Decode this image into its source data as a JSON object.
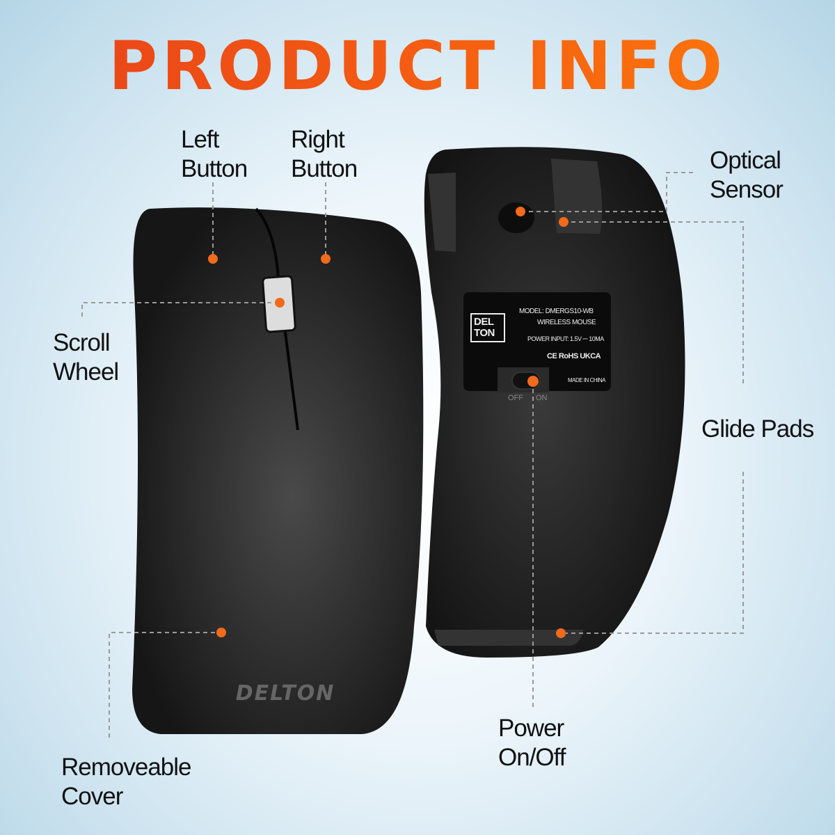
{
  "title": "PRODUCT INFO",
  "labels": {
    "left_button": "Left\nButton",
    "right_button": "Right\nButton",
    "scroll_wheel": "Scroll\nWheel",
    "removeable_cover": "Removeable\nCover",
    "optical_sensor": "Optical\nSensor",
    "glide_pads": "Glide Pads",
    "power": "Power\nOn/Off"
  },
  "brand": "DELTON",
  "sticker": {
    "logo": "DEL TON",
    "model": "MODEL: DMERGS10-WB",
    "type": "WIRELESS MOUSE",
    "power_input": "POWER INPUT: 1.5V ⎓ 10MA",
    "marks": "CE RoHS UKCA",
    "origin": "MADE IN CHINA"
  },
  "switch": {
    "off": "OFF",
    "on": "ON"
  },
  "colors": {
    "accent": "#f26a1b",
    "title_start": "#e8401a",
    "title_end": "#ff7a0a",
    "mouse": "#1c1c1c",
    "leader": "#9a9a9a"
  }
}
